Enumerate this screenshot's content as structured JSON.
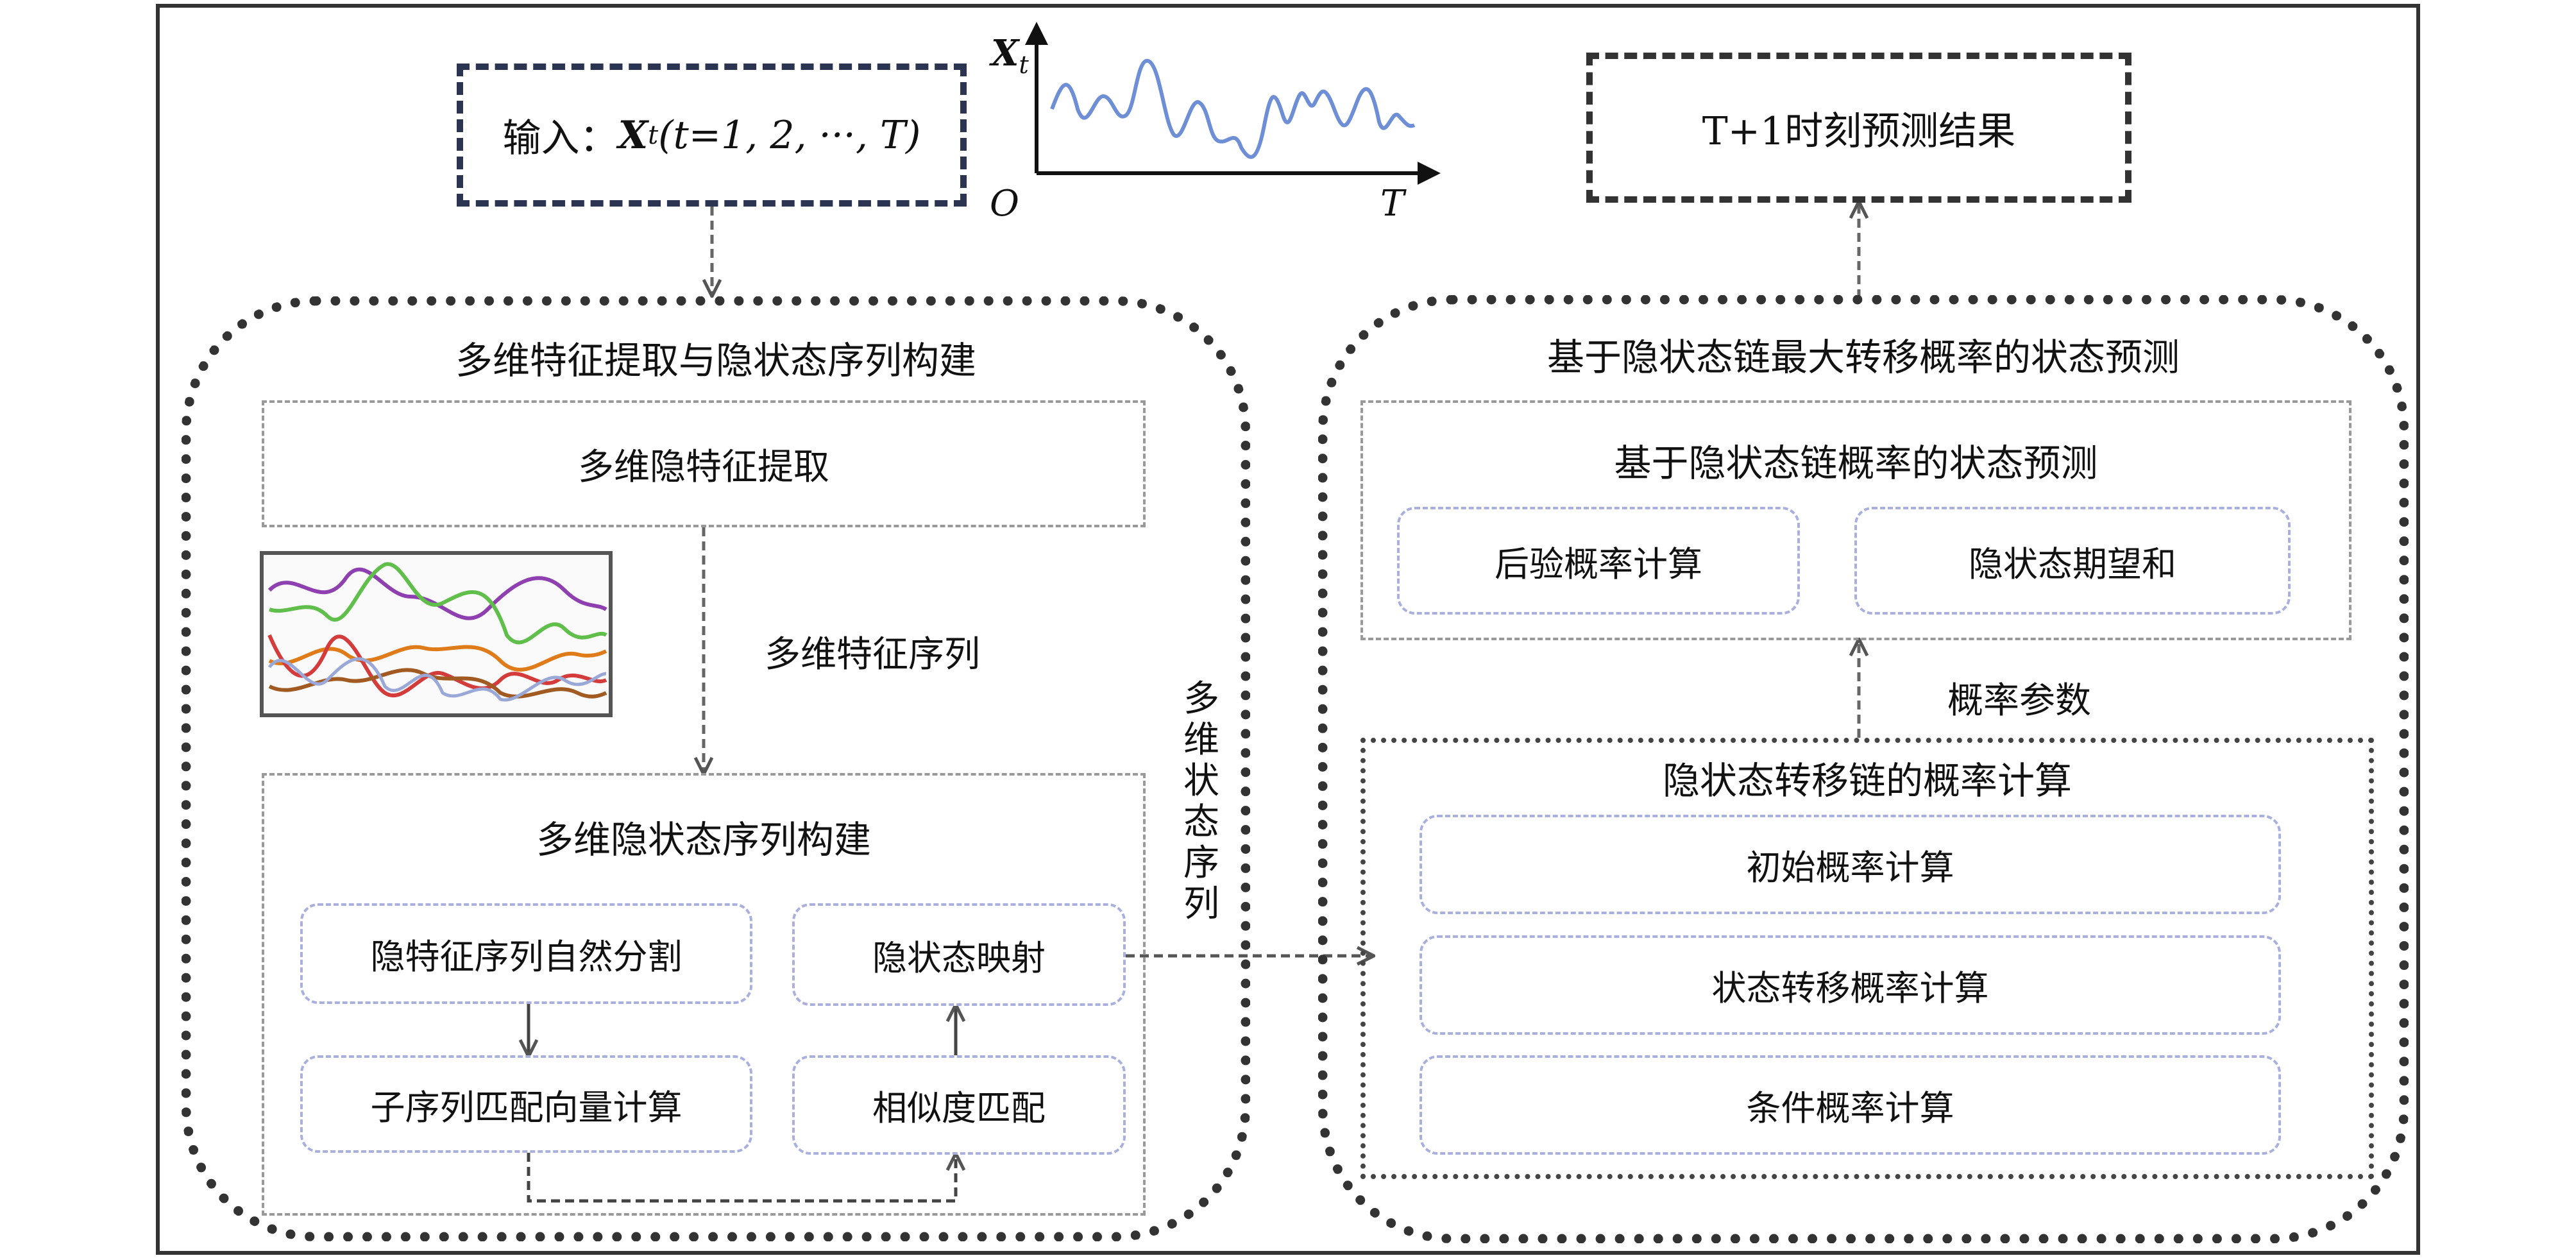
{
  "input": {
    "prefix": "输入：",
    "var": "X",
    "sub": "t",
    "range": "(t=1, 2, ···, T)"
  },
  "axis": {
    "y_var": "X",
    "y_sub": "t",
    "origin": "O",
    "x_label": "T"
  },
  "output": {
    "label": "T+1时刻预测结果"
  },
  "left_region": {
    "title": "多维特征提取与隐状态序列构建",
    "feature_box": "多维隐特征提取",
    "seq_label": "多维特征序列",
    "construct_title": "多维隐状态序列构建",
    "sub1": "隐特征序列自然分割",
    "sub2": "隐状态映射",
    "sub3": "子序列匹配向量计算",
    "sub4": "相似度匹配"
  },
  "vertical_label": [
    "多",
    "维",
    "状",
    "态",
    "序",
    "列"
  ],
  "right_region": {
    "title": "基于隐状态链最大转移概率的状态预测",
    "pred_title": "基于隐状态链概率的状态预测",
    "pred_sub1": "后验概率计算",
    "pred_sub2": "隐状态期望和",
    "param_label": "概率参数",
    "chain_title": "隐状态转移链的概率计算",
    "chain_items": [
      "初始概率计算",
      "状态转移概率计算",
      "条件概率计算"
    ]
  },
  "colors": {
    "frame": "#333333",
    "input_border": "#2b3450",
    "sub_border": "#a9b0dd",
    "series_line": "#6e8fd6",
    "multi_series": [
      "#8e3fb0",
      "#5fbf4a",
      "#e07b1a",
      "#d43c3c",
      "#a05a22",
      "#9aa8d8"
    ]
  }
}
